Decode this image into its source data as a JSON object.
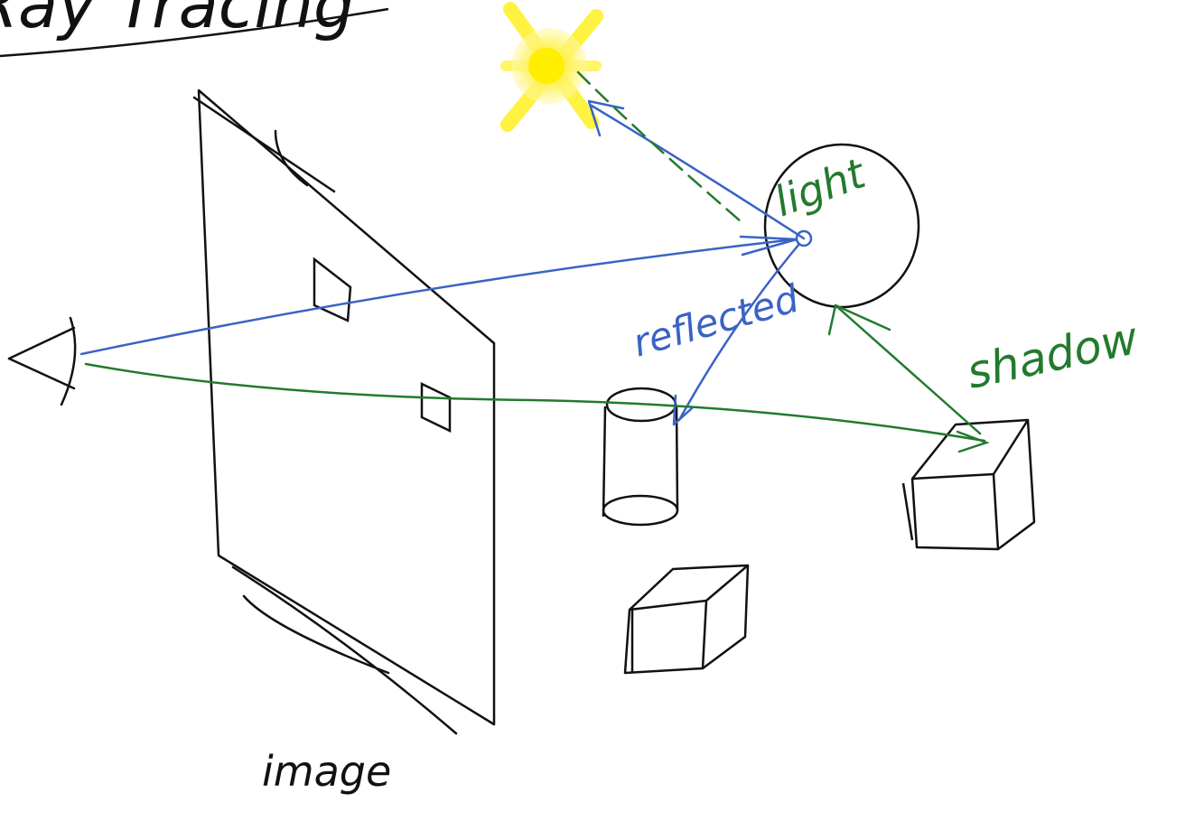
{
  "title": "Ray Tracing",
  "labels": {
    "image": "image",
    "light": "light",
    "reflected": "reflected",
    "shadow": "shadow"
  },
  "colors": {
    "ink": "#111111",
    "blue": "#3a63c4",
    "green": "#237a2e",
    "sun": "#ffee00",
    "sun_glow": "#fff36b"
  }
}
